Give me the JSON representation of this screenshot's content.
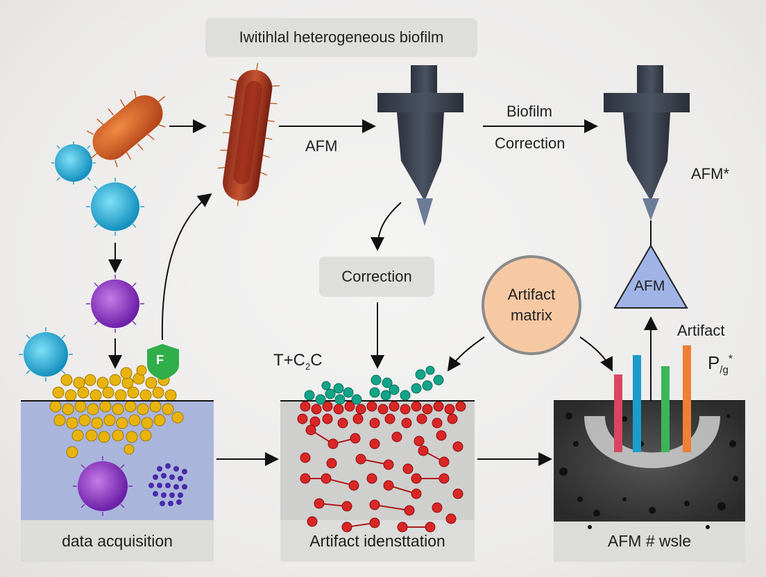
{
  "title": "Iwitihlal heterogeneous biofilm",
  "labels": {
    "afm_arrow": "AFM",
    "biofilm_line1": "Biofilm",
    "biofilm_line2": "Correction",
    "afm_star": "AFM*",
    "correction_box": "Correction",
    "artifact_matrix_line1": "Artifact",
    "artifact_matrix_line2": "matrix",
    "afm_triangle": "AFM",
    "tcc": "T+C",
    "tcc_sub": "2",
    "tcc_suffix": "C",
    "artifact_right": "Artifact",
    "p_label": "P",
    "p_sub": "/g",
    "p_sup": "*",
    "shield_letter": "F"
  },
  "panels": [
    {
      "caption": "data acquisition"
    },
    {
      "caption": "Artifact idensttation"
    },
    {
      "caption": "AFM # wsle"
    }
  ],
  "colors": {
    "panel1_bg": "#aab5dc",
    "panel2_bg": "#cfcfce",
    "panel3_bg": "#3a3a3a",
    "probe": "#3c4250",
    "triangle": "#9fb3e6",
    "red_ball": "#d92626",
    "teal_ball": "#13a488",
    "gold_ball": "#e8b30c",
    "shield": "#2fae4a",
    "bars": [
      "#d8455f",
      "#1b9ccd",
      "#3cb55a",
      "#ef7f33"
    ]
  }
}
